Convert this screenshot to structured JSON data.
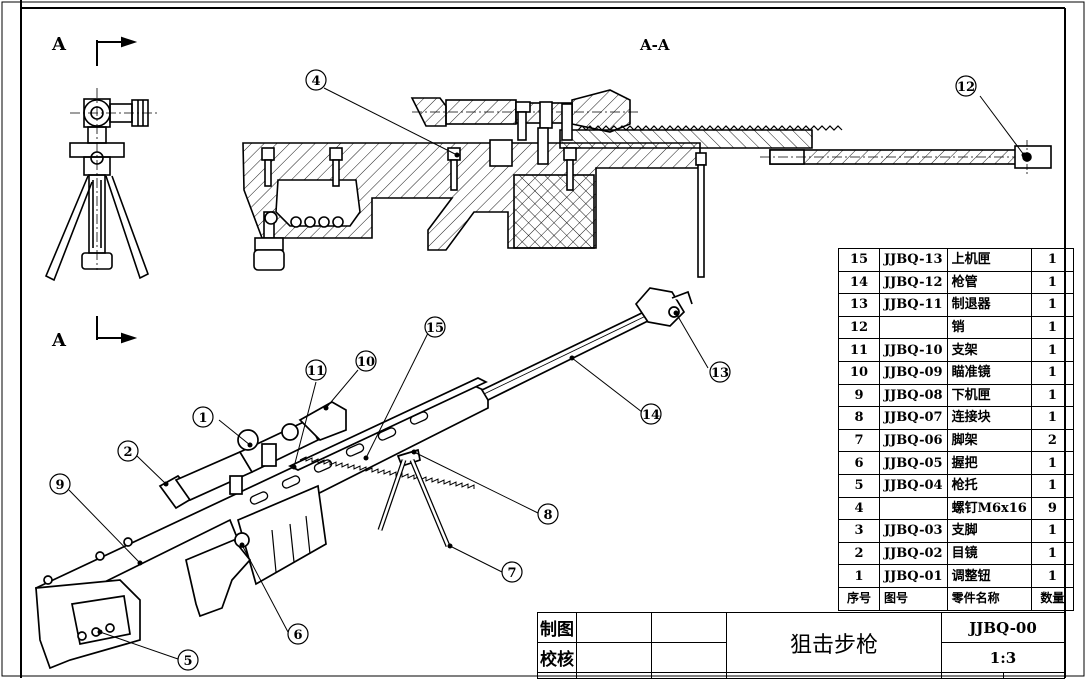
{
  "view_labels": {
    "section_a_top": "A",
    "section_a_bottom": "A",
    "section_title": "A-A"
  },
  "balloons": [
    {
      "id": "b1",
      "label": "1"
    },
    {
      "id": "b2",
      "label": "2"
    },
    {
      "id": "b4",
      "label": "4"
    },
    {
      "id": "b5",
      "label": "5"
    },
    {
      "id": "b6",
      "label": "6"
    },
    {
      "id": "b7",
      "label": "7"
    },
    {
      "id": "b8",
      "label": "8"
    },
    {
      "id": "b9",
      "label": "9"
    },
    {
      "id": "b10",
      "label": "10"
    },
    {
      "id": "b11",
      "label": "11"
    },
    {
      "id": "b12",
      "label": "12"
    },
    {
      "id": "b13",
      "label": "13"
    },
    {
      "id": "b14",
      "label": "14"
    },
    {
      "id": "b15",
      "label": "15"
    }
  ],
  "bom": {
    "rows": [
      {
        "no": "15",
        "code": "JJBQ-13",
        "name": "上机匣",
        "qty": "1"
      },
      {
        "no": "14",
        "code": "JJBQ-12",
        "name": "枪管",
        "qty": "1"
      },
      {
        "no": "13",
        "code": "JJBQ-11",
        "name": "制退器",
        "qty": "1"
      },
      {
        "no": "12",
        "code": "",
        "name": "销",
        "qty": "1"
      },
      {
        "no": "11",
        "code": "JJBQ-10",
        "name": "支架",
        "qty": "1"
      },
      {
        "no": "10",
        "code": "JJBQ-09",
        "name": "瞄准镜",
        "qty": "1"
      },
      {
        "no": "9",
        "code": "JJBQ-08",
        "name": "下机匣",
        "qty": "1"
      },
      {
        "no": "8",
        "code": "JJBQ-07",
        "name": "连接块",
        "qty": "1"
      },
      {
        "no": "7",
        "code": "JJBQ-06",
        "name": "脚架",
        "qty": "2"
      },
      {
        "no": "6",
        "code": "JJBQ-05",
        "name": "握把",
        "qty": "1"
      },
      {
        "no": "5",
        "code": "JJBQ-04",
        "name": "枪托",
        "qty": "1"
      },
      {
        "no": "4",
        "code": "",
        "name": "螺钉M6x16",
        "qty": "9"
      },
      {
        "no": "3",
        "code": "JJBQ-03",
        "name": "支脚",
        "qty": "1"
      },
      {
        "no": "2",
        "code": "JJBQ-02",
        "name": "目镜",
        "qty": "1"
      },
      {
        "no": "1",
        "code": "JJBQ-01",
        "name": "调整钮",
        "qty": "1"
      }
    ],
    "header": {
      "no": "序号",
      "code": "图号",
      "name": "零件名称",
      "qty": "数量"
    }
  },
  "title_block": {
    "drawn_label": "制图",
    "checked_label": "校核",
    "title": "狙击步枪",
    "code": "JJBQ-00",
    "scale": "1:3"
  }
}
